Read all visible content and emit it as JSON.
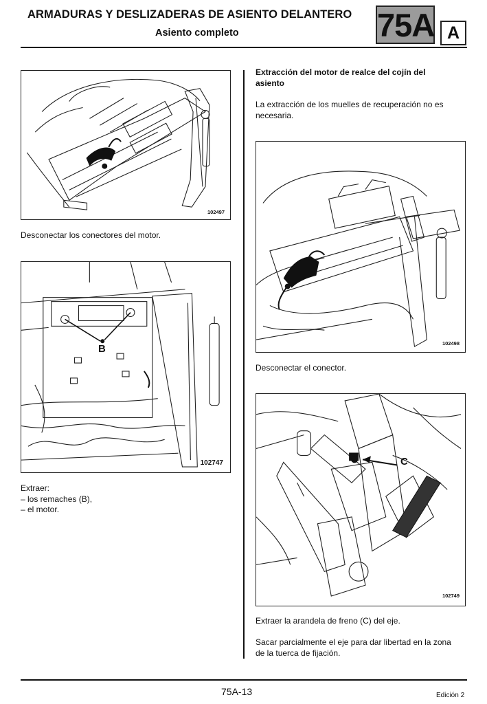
{
  "header": {
    "title": "ARMADURAS Y DESLIZADERAS DE ASIENTO DELANTERO",
    "subtitle": "Asiento completo",
    "section_code": "75A",
    "section_letter": "A"
  },
  "left_column": {
    "figure_1": {
      "number": "102497"
    },
    "caption_1": "Desconectar los conectores del motor.",
    "figure_2": {
      "number": "102747",
      "callout": "B"
    },
    "caption_2_intro": "Extraer:",
    "caption_2_items": [
      "– los remaches (B),",
      "– el motor."
    ]
  },
  "right_column": {
    "heading_line1": "Extracción del motor de realce del cojín del",
    "heading_line2": "asiento",
    "note_line1": "La extracción de los muelles de recuperación no es",
    "note_line2": "necesaria.",
    "figure_3": {
      "number": "102498"
    },
    "caption_3": "Desconectar el conector.",
    "figure_4": {
      "number": "102749",
      "callout": "C"
    },
    "caption_4": "Extraer la arandela de freno (C) del eje.",
    "caption_5_line1": "Sacar parcialmente el eje para dar libertad en la zona",
    "caption_5_line2": "de la tuerca de fijación."
  },
  "footer": {
    "page_number": "75A-13",
    "edition": "Edición 2"
  }
}
